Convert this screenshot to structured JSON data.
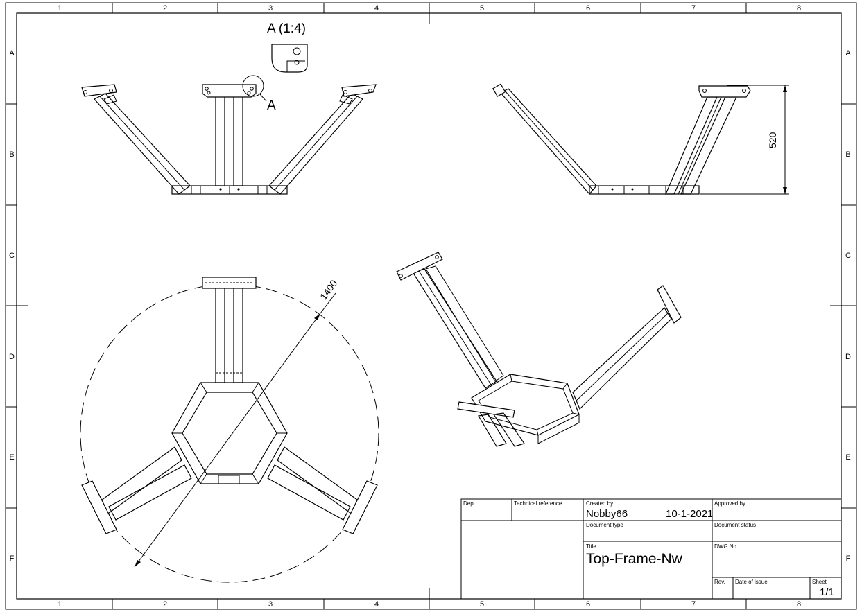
{
  "sheet": {
    "column_labels": [
      "1",
      "2",
      "3",
      "4",
      "5",
      "6",
      "7",
      "8"
    ],
    "row_labels": [
      "A",
      "B",
      "C",
      "D",
      "E",
      "F"
    ]
  },
  "views": {
    "detail_title": "A (1:4)",
    "detail_marker": "A",
    "dim_height": "520",
    "dim_diameter": "1400"
  },
  "title_block": {
    "dept_label": "Dept.",
    "technical_reference_label": "Technical reference",
    "created_by_label": "Created by",
    "created_by": "Nobby66",
    "created_date": "10-1-2021",
    "approved_by_label": "Approved by",
    "document_type_label": "Document type",
    "document_status_label": "Document status",
    "title_label": "Title",
    "title": "Top-Frame-Nw",
    "dwg_no_label": "DWG No.",
    "rev_label": "Rev.",
    "date_of_issue_label": "Date of issue",
    "sheet_label": "Sheet",
    "sheet": "1/1"
  }
}
